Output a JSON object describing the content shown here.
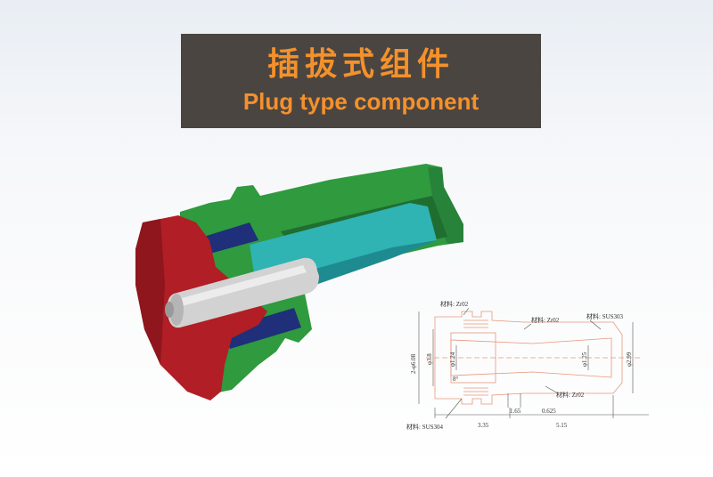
{
  "header": {
    "title_cn": "插拔式组件",
    "title_en": "Plug type component"
  },
  "colors": {
    "header_bg": "#4b4541",
    "header_text": "#f4912b",
    "sleeve_green": "#2f9a3e",
    "flange_red": "#b11e25",
    "ferrule_cyan": "#2fb3b3",
    "insert_navy": "#1f2f7a",
    "pin_gray": "#cfcfcf",
    "drawing_line": "#e8967a"
  },
  "drawing": {
    "materials": {
      "zr02_a": "材料: Zr02",
      "zr02_b": "材料: Zr02",
      "zr02_c": "材料: Zr02",
      "sus303": "材料: SUS303",
      "sus304": "材料: SUS304"
    },
    "dimensions": {
      "d_6_08": "2-φ6.08",
      "d_3_8": "φ3.8",
      "d_1_24": "φ1.24",
      "d_1_25": "φ1.25",
      "d_2_99": "φ2.99",
      "angle_8": "8°",
      "l_3_35": "3.35",
      "l_5_15": "5.15",
      "l_1_65": "1.65",
      "l_0_625": "0.625"
    }
  }
}
